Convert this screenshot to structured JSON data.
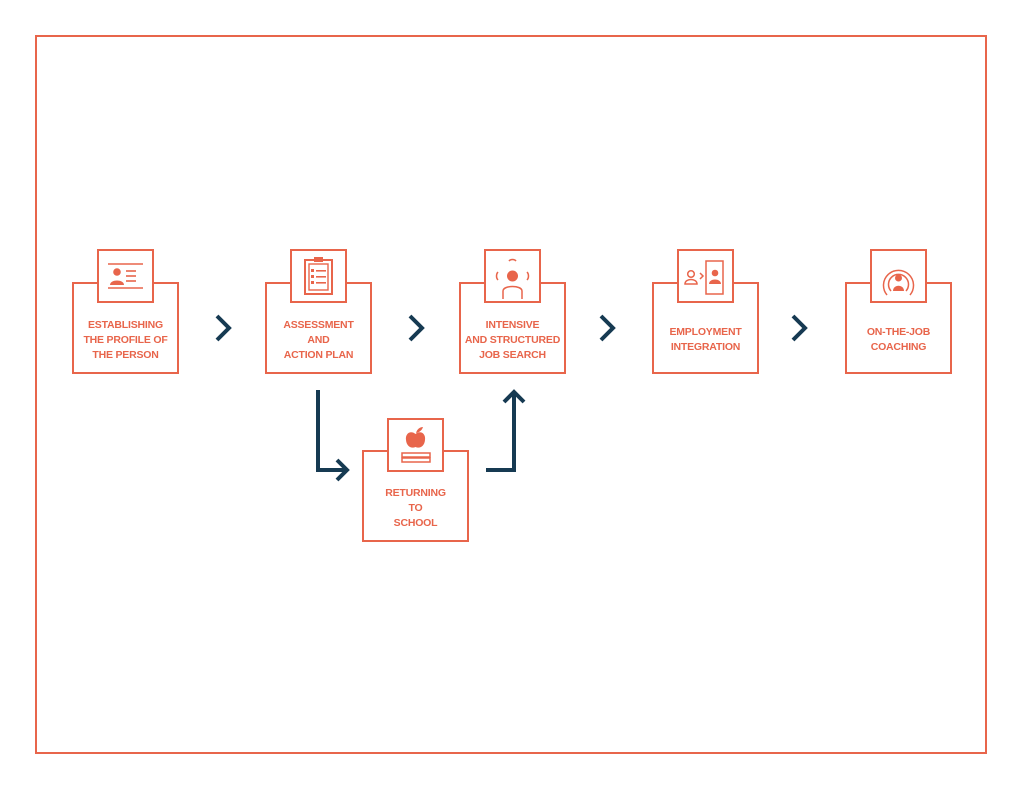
{
  "colors": {
    "accent": "#e8654b",
    "arrow": "#163a52",
    "background": "#ffffff"
  },
  "steps": [
    {
      "id": "profile",
      "icon": "id-card-icon",
      "lines": [
        "ESTABLISHING",
        "THE PROFILE OF",
        "THE PERSON"
      ]
    },
    {
      "id": "assessment",
      "icon": "clipboard-checklist-icon",
      "lines": [
        "ASSESSMENT",
        "AND",
        "ACTION PLAN"
      ]
    },
    {
      "id": "job-search",
      "icon": "person-focus-icon",
      "lines": [
        "INTENSIVE",
        "AND STRUCTURED",
        "JOB SEARCH"
      ]
    },
    {
      "id": "employment",
      "icon": "person-entering-door-icon",
      "lines": [
        "EMPLOYMENT",
        "INTEGRATION"
      ]
    },
    {
      "id": "coaching",
      "icon": "person-broadcast-icon",
      "lines": [
        "ON-THE-JOB",
        "COACHING"
      ]
    },
    {
      "id": "school",
      "icon": "apple-on-books-icon",
      "lines": [
        "RETURNING",
        "TO",
        "SCHOOL"
      ]
    }
  ],
  "arrows": [
    "chevron-right-icon",
    "chevron-right-icon",
    "chevron-right-icon",
    "chevron-right-icon"
  ]
}
